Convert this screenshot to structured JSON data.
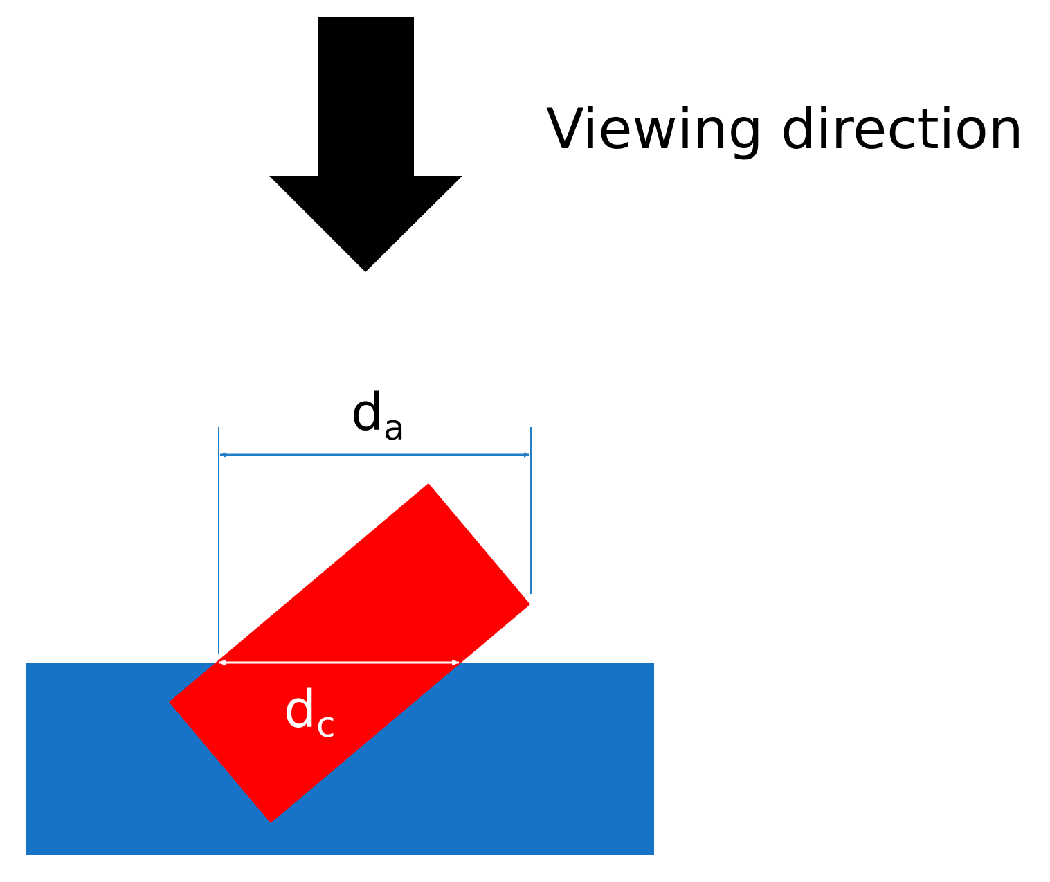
{
  "viewing_direction": {
    "text": "Viewing direction"
  },
  "dimension_a": {
    "base": "d",
    "subscript": "a"
  },
  "dimension_c": {
    "base": "d",
    "subscript": "c"
  },
  "colors": {
    "background": "#ffffff",
    "arrow": "#000000",
    "substrate": "#1773c8",
    "particle": "#ff0000",
    "dimension_line_a": "#1f7ec6",
    "dimension_line_c": "#ffffff",
    "label_dark": "#000000",
    "label_light": "#ffffff"
  },
  "icons": {
    "arrow": "down-arrow-icon"
  }
}
